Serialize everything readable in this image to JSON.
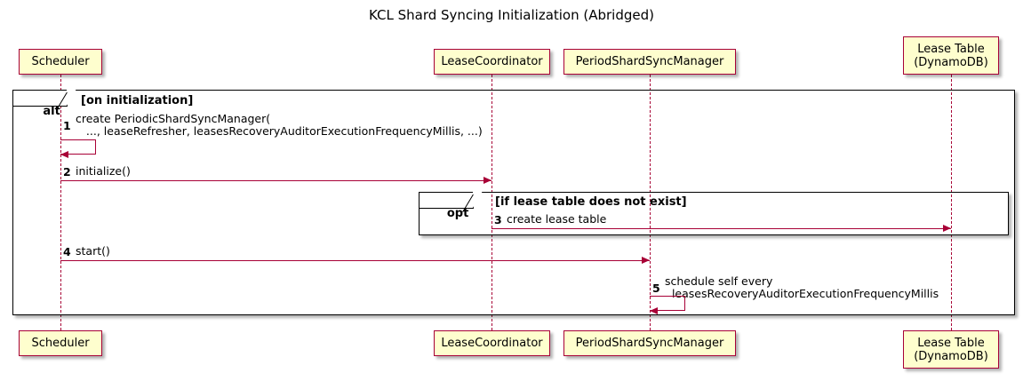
{
  "diagram": {
    "title": "KCL Shard Syncing Initialization (Abridged)",
    "type": "sequence-diagram"
  },
  "colors": {
    "participant_fill": "#FEFECE",
    "participant_border": "#A80036",
    "arrow": "#A80036",
    "frame_border": "#000000",
    "background": "#FFFFFF",
    "text": "#000000"
  },
  "participants": [
    {
      "id": "scheduler",
      "label": "Scheduler",
      "lines": [
        "Scheduler"
      ]
    },
    {
      "id": "lease-coordinator",
      "label": "LeaseCoordinator",
      "lines": [
        "LeaseCoordinator"
      ]
    },
    {
      "id": "period-shard-sync-manager",
      "label": "PeriodShardSyncManager",
      "lines": [
        "PeriodShardSyncManager"
      ]
    },
    {
      "id": "lease-table",
      "label": "Lease Table (DynamoDB)",
      "lines": [
        "Lease Table",
        "(DynamoDB)"
      ]
    }
  ],
  "fragments": [
    {
      "id": "alt",
      "keyword": "alt",
      "condition": "[on initialization]"
    },
    {
      "id": "opt",
      "keyword": "opt",
      "condition": "[if lease table does not exist]"
    }
  ],
  "messages": [
    {
      "number": "1",
      "from": "scheduler",
      "to": "scheduler",
      "self": true,
      "lines": [
        "create PeriodicShardSyncManager(",
        "   ..., leaseRefresher, leasesRecoveryAuditorExecutionFrequencyMillis, ...)"
      ]
    },
    {
      "number": "2",
      "from": "scheduler",
      "to": "lease-coordinator",
      "self": false,
      "lines": [
        "initialize()"
      ]
    },
    {
      "number": "3",
      "from": "lease-coordinator",
      "to": "lease-table",
      "self": false,
      "lines": [
        "create lease table"
      ]
    },
    {
      "number": "4",
      "from": "scheduler",
      "to": "period-shard-sync-manager",
      "self": false,
      "lines": [
        "start()"
      ]
    },
    {
      "number": "5",
      "from": "period-shard-sync-manager",
      "to": "period-shard-sync-manager",
      "self": true,
      "lines": [
        "schedule self every",
        "  leasesRecoveryAuditorExecutionFrequencyMillis"
      ]
    }
  ]
}
